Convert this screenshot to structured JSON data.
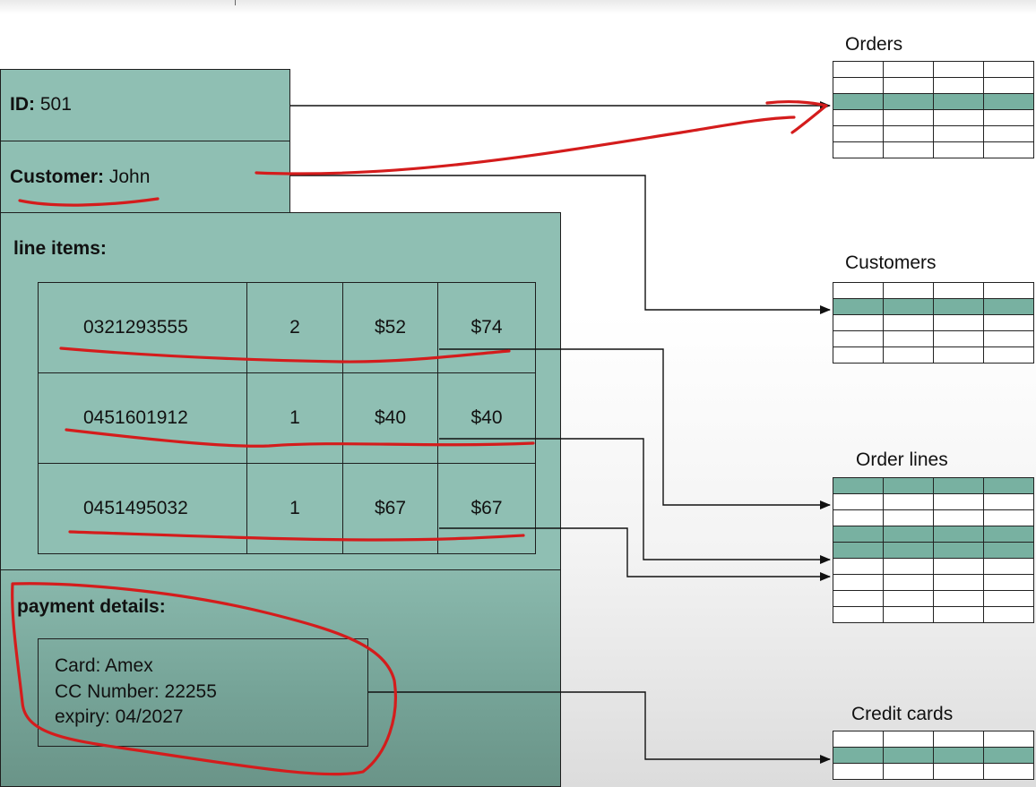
{
  "order": {
    "id_key": "ID:",
    "id_value": " 501",
    "customer_key": "Customer:",
    "customer_value": " John"
  },
  "line_items": {
    "heading": "line items:",
    "rows": [
      {
        "isbn": "0321293555",
        "qty": "2",
        "price": "$52",
        "total": "$74"
      },
      {
        "isbn": "0451601912",
        "qty": "1",
        "price": "$40",
        "total": "$40"
      },
      {
        "isbn": "0451495032",
        "qty": "1",
        "price": "$67",
        "total": "$67"
      }
    ]
  },
  "payment": {
    "heading": "payment details:",
    "card": "Card: Amex",
    "cc_number": "CC Number: 22255",
    "expiry": "expiry: 04/2027"
  },
  "tables": {
    "orders": "Orders",
    "customers": "Customers",
    "order_lines": "Order lines",
    "credit_cards": "Credit cards"
  },
  "colors": {
    "teal_fill": "#8fbfb3",
    "row_highlight": "#78b1a1",
    "annotation_red": "#d41c1c"
  }
}
